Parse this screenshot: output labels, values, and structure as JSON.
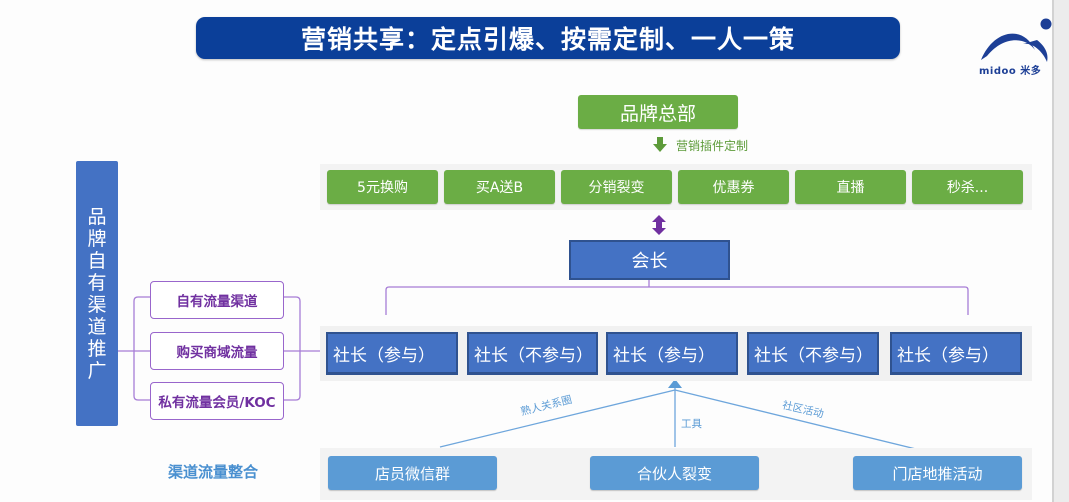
{
  "title": "营销共享：定点引爆、按需定制、一人一策",
  "logo": {
    "icon": "midoo-logo-icon",
    "text": "midoo 米多"
  },
  "headquarters": {
    "label": "品牌总部"
  },
  "plugin": {
    "icon": "arrow-down-icon",
    "label": "营销插件定制"
  },
  "tools": [
    {
      "label": "5元换购"
    },
    {
      "label": "买A送B"
    },
    {
      "label": "分销裂变"
    },
    {
      "label": "优惠券"
    },
    {
      "label": "直播"
    },
    {
      "label": "秒杀..."
    }
  ],
  "link_icon": "double-arrow-vertical-icon",
  "chairman": {
    "label": "会长"
  },
  "leaders": [
    {
      "label": "社长（参与）"
    },
    {
      "label": "社长（不参与）"
    },
    {
      "label": "社长（参与）"
    },
    {
      "label": "社长（不参与）"
    },
    {
      "label": "社长（参与）"
    }
  ],
  "side_bar": {
    "label": "品牌自有渠道推广"
  },
  "channels": [
    {
      "label": "自有流量渠道"
    },
    {
      "label": "购买商域流量"
    },
    {
      "label": "私有流量会员/KOC"
    }
  ],
  "integration": {
    "label": "渠道流量整合",
    "edges": [
      {
        "label": "熟人关系圈"
      },
      {
        "label": "工具"
      },
      {
        "label": "社区活动"
      }
    ],
    "sources": [
      {
        "label": "店员微信群"
      },
      {
        "label": "合伙人裂变"
      },
      {
        "label": "门店地推活动"
      }
    ]
  },
  "colors": {
    "title_bg": "#0b3f99",
    "green": "#6bad45",
    "dark_blue": "#4472c4",
    "light_blue": "#5b9bd5",
    "purple": "#7030a0",
    "connector_purple": "#a77dd6"
  }
}
